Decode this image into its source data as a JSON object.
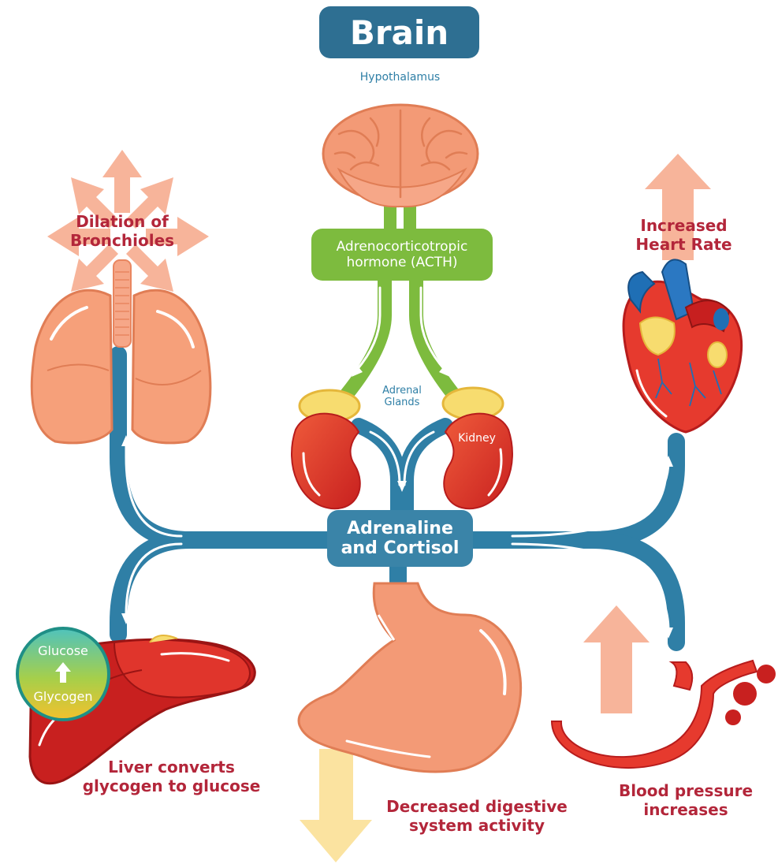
{
  "title": "Brain",
  "labels": {
    "hypothalamus": "Hypothalamus",
    "acth_line1": "Adrenocorticotropic",
    "acth_line2": "hormone (ACTH)",
    "adrenal_line1": "Adrenal",
    "adrenal_line2": "Glands",
    "kidney": "Kidney",
    "hormones_line1": "Adrenaline",
    "hormones_line2": "and Cortisol",
    "lungs_line1": "Dilation of",
    "lungs_line2": "Bronchioles",
    "heart_line1": "Increased",
    "heart_line2": "Heart Rate",
    "glucose": "Glucose",
    "glycogen": "Glycogen",
    "liver_line1": "Liver converts",
    "liver_line2": "glycogen to glucose",
    "digest_line1": "Decreased digestive",
    "digest_line2": "system activity",
    "bp_line1": "Blood pressure",
    "bp_line2": "increases"
  },
  "colors": {
    "title_box": "#2e6f92",
    "hormone_box": "#3a84a8",
    "acth_box": "#7dbb3e",
    "pathway": "#2f7fa6",
    "organ_orange": "#f29670",
    "organ_red": "#d7262b",
    "label_red": "#b3263a",
    "up_arrow": "#f7b49a",
    "down_arrow": "#fbe3a0"
  }
}
